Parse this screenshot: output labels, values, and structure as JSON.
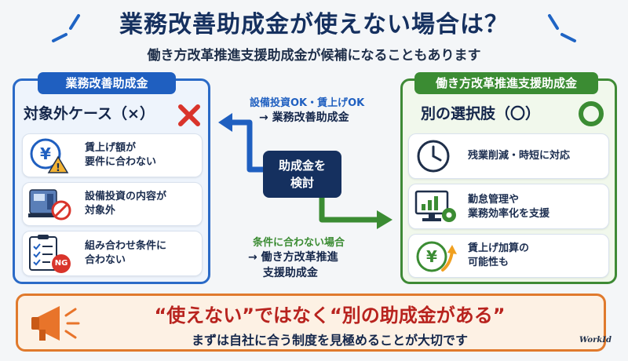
{
  "header": {
    "title": "業務改善助成金が使えない場合は？",
    "subtitle": "働き方改革推進支援助成金が候補になることもあります"
  },
  "left_panel": {
    "tag": "業務改善助成金",
    "heading": "対象外ケース（×）",
    "items": [
      {
        "text": "賃上げ額が\n要件に合わない",
        "icon": "yen-warning-icon"
      },
      {
        "text": "設備投資の内容が\n対象外",
        "icon": "machine-prohibited-icon"
      },
      {
        "text": "組み合わせ条件に\n合わない",
        "icon": "checklist-ng-icon",
        "badge": "NG"
      }
    ]
  },
  "center": {
    "box": "助成金を\n検討",
    "top_note_head": "設備投資OK・賃上げOK",
    "top_note_body": "→ 業務改善助成金",
    "bottom_note_head": "条件に合わない場合",
    "bottom_note_body": "→ 働き方改革推進\n　 支援助成金"
  },
  "right_panel": {
    "tag": "働き方改革推進支援助成金",
    "heading": "別の選択肢（〇）",
    "items": [
      {
        "text": "残業削減・時短に対応",
        "icon": "clock-icon"
      },
      {
        "text": "勤怠管理や\n業務効率化を支援",
        "icon": "monitor-gear-icon"
      },
      {
        "text": "賃上げ加算の\n可能性も",
        "icon": "yen-up-icon"
      }
    ]
  },
  "banner": {
    "main": "“使えない”ではなく“別の助成金がある”",
    "sub": "まずは自社に合う制度を見極めることが大切です"
  },
  "logo": "WorkId",
  "colors": {
    "navy": "#15305f",
    "blue": "#1f5fc0",
    "green": "#3b8c33",
    "red": "#d9342b",
    "orange": "#e07a2d"
  }
}
